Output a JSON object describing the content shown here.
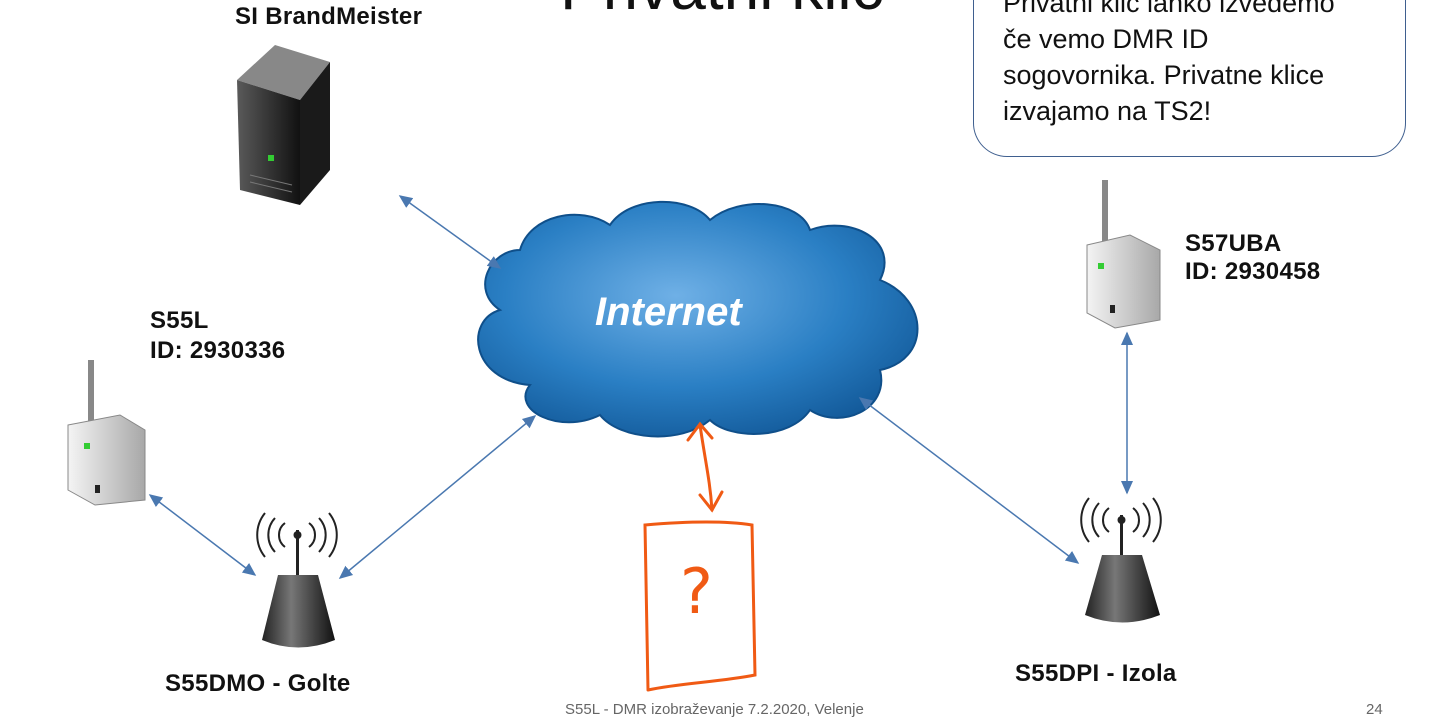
{
  "slide": {
    "title": "Privatni klic",
    "callout_lines": [
      "Privatni klic lahko izvedemo",
      "če vemo DMR ID",
      "sogovornika. Privatne klice",
      "izvajamo na TS2!"
    ],
    "footer": "S55L - DMR izobraževanje 7.2.2020, Velenje",
    "page_number": "24"
  },
  "diagram": {
    "server_label": "SI BrandMeister",
    "cloud_label": "Internet",
    "left_station": {
      "call": "S55L",
      "id": "ID: 2930336"
    },
    "right_station": {
      "call": "S57UBA",
      "id": "ID: 2930458"
    },
    "repeater_left_label": "S55DMO - Golte",
    "repeater_right_label": "S55DPI - Izola",
    "annotation": "?"
  },
  "colors": {
    "link": "#4a78b0",
    "cloud": "#1f73b8",
    "handwriting": "#f05a14"
  }
}
